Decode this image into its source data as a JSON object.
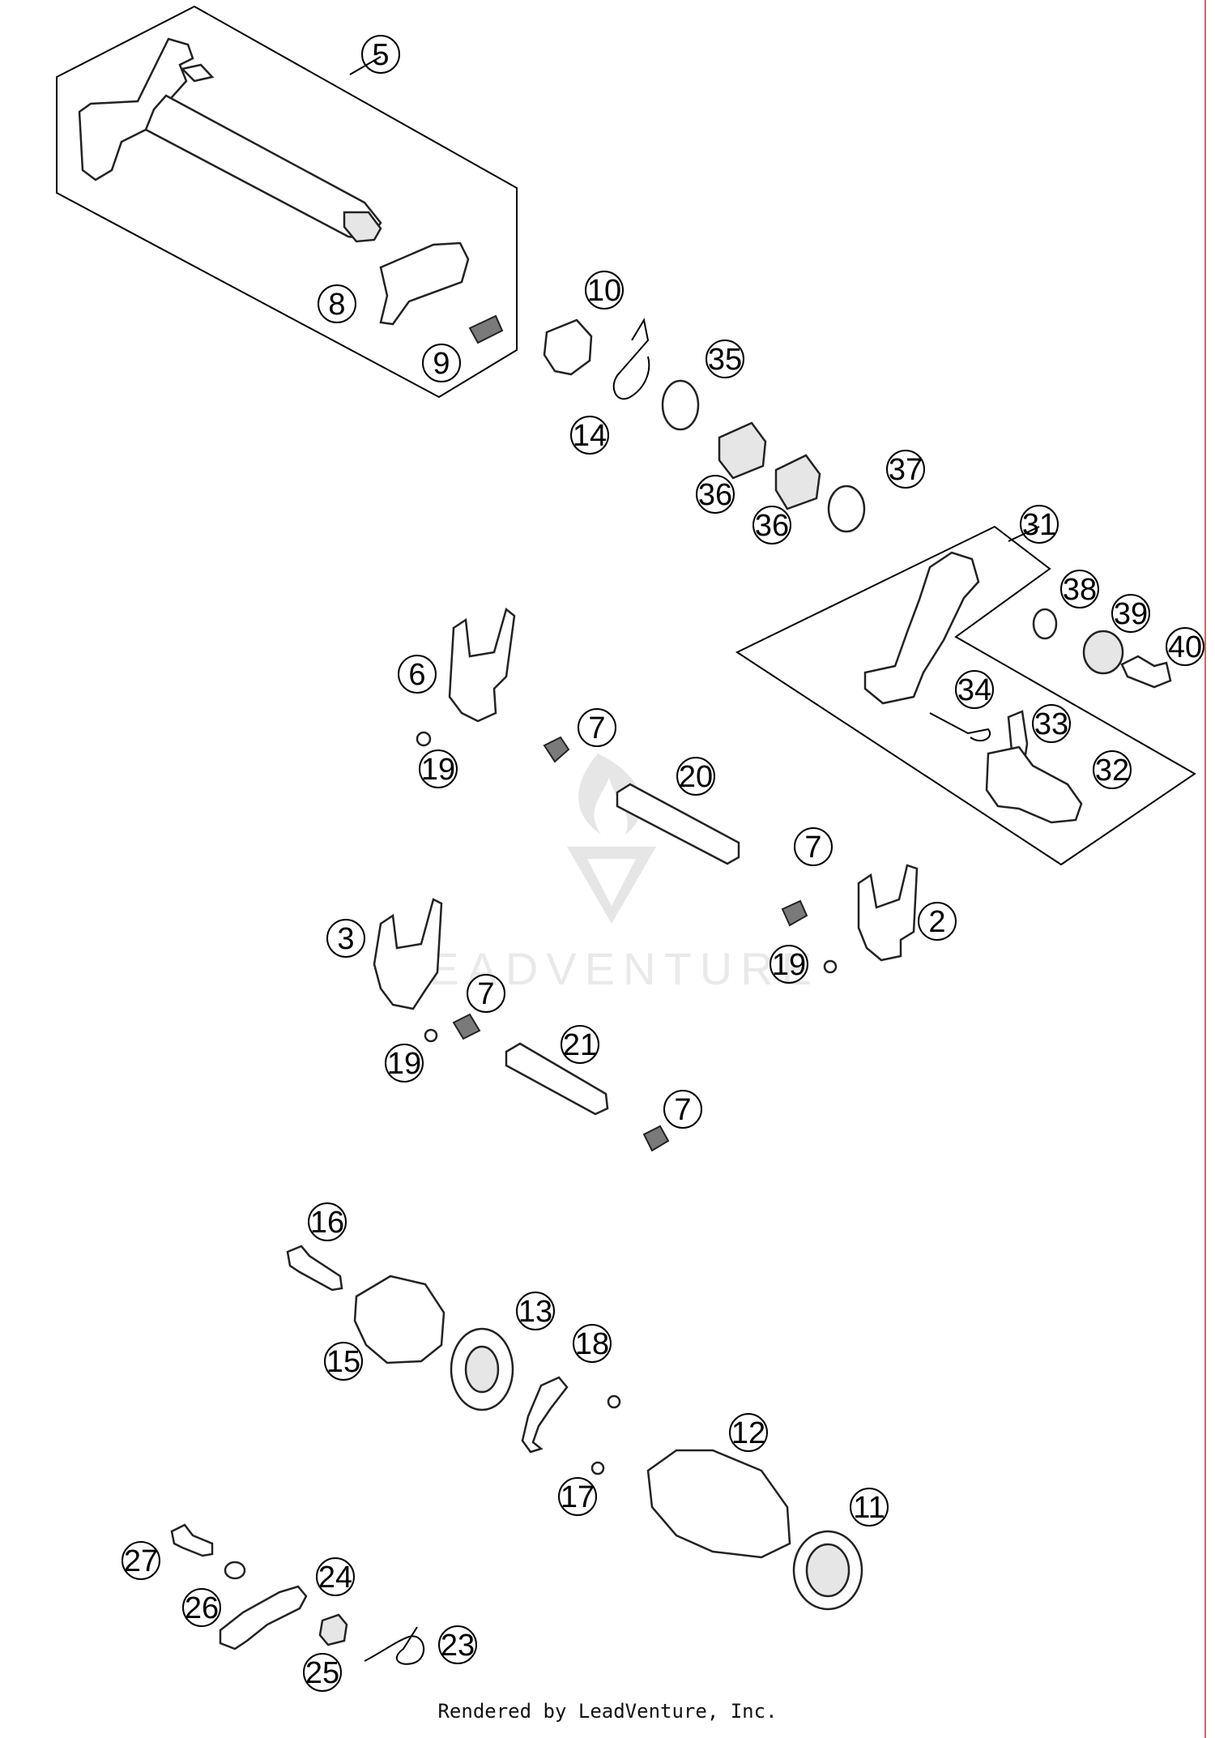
{
  "footer": "Rendered by LeadVenture, Inc.",
  "watermark": "LEADVENTURE",
  "callouts": [
    {
      "id": "c5",
      "label": "5"
    },
    {
      "id": "c8",
      "label": "8"
    },
    {
      "id": "c9",
      "label": "9"
    },
    {
      "id": "c10",
      "label": "10"
    },
    {
      "id": "c14",
      "label": "14"
    },
    {
      "id": "c35",
      "label": "35"
    },
    {
      "id": "c36a",
      "label": "36"
    },
    {
      "id": "c36b",
      "label": "36"
    },
    {
      "id": "c37",
      "label": "37"
    },
    {
      "id": "c31",
      "label": "31"
    },
    {
      "id": "c38",
      "label": "38"
    },
    {
      "id": "c39",
      "label": "39"
    },
    {
      "id": "c40",
      "label": "40"
    },
    {
      "id": "c34",
      "label": "34"
    },
    {
      "id": "c33",
      "label": "33"
    },
    {
      "id": "c32",
      "label": "32"
    },
    {
      "id": "c6",
      "label": "6"
    },
    {
      "id": "c7a",
      "label": "7"
    },
    {
      "id": "c19a",
      "label": "19"
    },
    {
      "id": "c20",
      "label": "20"
    },
    {
      "id": "c7b",
      "label": "7"
    },
    {
      "id": "c2",
      "label": "2"
    },
    {
      "id": "c19b",
      "label": "19"
    },
    {
      "id": "c3",
      "label": "3"
    },
    {
      "id": "c7c",
      "label": "7"
    },
    {
      "id": "c21",
      "label": "21"
    },
    {
      "id": "c19c",
      "label": "19"
    },
    {
      "id": "c7d",
      "label": "7"
    },
    {
      "id": "c16",
      "label": "16"
    },
    {
      "id": "c15",
      "label": "15"
    },
    {
      "id": "c13",
      "label": "13"
    },
    {
      "id": "c18",
      "label": "18"
    },
    {
      "id": "c12",
      "label": "12"
    },
    {
      "id": "c17",
      "label": "17"
    },
    {
      "id": "c11",
      "label": "11"
    },
    {
      "id": "c27",
      "label": "27"
    },
    {
      "id": "c24",
      "label": "24"
    },
    {
      "id": "c26",
      "label": "26"
    },
    {
      "id": "c25",
      "label": "25"
    },
    {
      "id": "c23",
      "label": "23"
    }
  ]
}
